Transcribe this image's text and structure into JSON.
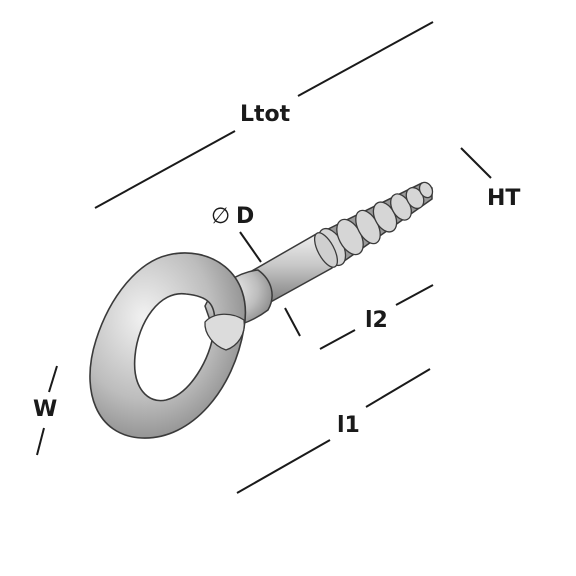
{
  "labels": {
    "ltot": "Ltot",
    "diameter_symbol": "∅",
    "diameter": "D",
    "ht": "HT",
    "l2": "l2",
    "l1": "l1",
    "w": "W"
  },
  "colors": {
    "line": "#1a1a1a",
    "metal_light": "#e4e4e4",
    "metal_mid": "#b9b9b9",
    "metal_dark": "#7f7f7f",
    "outline": "#3a3a3a"
  }
}
